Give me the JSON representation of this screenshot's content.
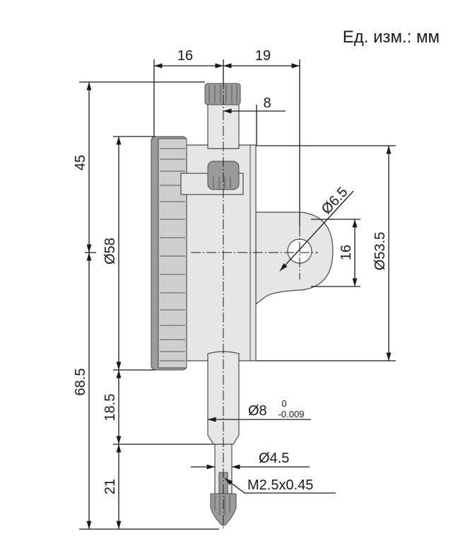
{
  "units_label": "Ед. изм.: мм",
  "dimensions": {
    "top_left_width": "16",
    "top_right_width": "19",
    "cap_offset": "8",
    "height_upper": "45",
    "dial_diameter": "Ø58",
    "lug_hole_diameter": "Ø6.5",
    "lug_height": "16",
    "body_diameter": "Ø53.5",
    "height_lower": "68.5",
    "stem_length": "18.5",
    "stem_diameter": "Ø8",
    "stem_tol_upper": "0",
    "stem_tol_lower": "-0.009",
    "spindle_diameter": "Ø4.5",
    "thread": "M2.5x0.45",
    "tip_length": "21"
  }
}
